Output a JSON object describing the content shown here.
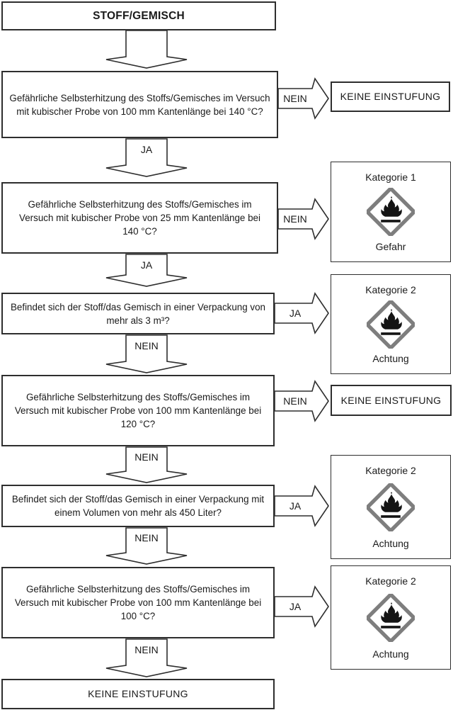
{
  "colors": {
    "line": "#2e2e2e",
    "text": "#1a1a1a",
    "pictogram_frame": "#7e7e7e",
    "pictogram_flame": "#141414"
  },
  "boxes": {
    "start": "STOFF/GEMISCH",
    "q1": "Gefährliche Selbsterhitzung des Stoffs/Gemisches im Versuch\nmit kubischer Probe von 100 mm Kantenlänge bei 140 °C?",
    "q2": "Gefährliche Selbsterhitzung des Stoffs/Gemisches im\nVersuch mit kubischer Probe von 25 mm Kantenlänge bei\n140 °C?",
    "q3": "Befindet sich der Stoff/das Gemisch in einer Verpackung von\nmehr als 3 m³?",
    "q4": "Gefährliche Selbsterhitzung des Stoffs/Gemisches im\nVersuch mit kubischer Probe von 100 mm Kantenlänge bei\n120 °C?",
    "q5": "Befindet sich der Stoff/das Gemisch in einer Verpackung mit\neinem Volumen von mehr als 450 Liter?",
    "q6": "Gefährliche Selbsterhitzung des Stoffs/Gemisches im\nVersuch mit kubischer Probe von 100 mm Kantenlänge bei\n100 °C?",
    "keine1": "KEINE EINSTUFUNG",
    "keine2": "KEINE EINSTUFUNG",
    "keine3": "KEINE EINSTUFUNG",
    "kat1": {
      "category": "Kategorie 1",
      "signal": "Gefahr",
      "pictogram": "flame"
    },
    "kat2a": {
      "category": "Kategorie 2",
      "signal": "Achtung",
      "pictogram": "flame"
    },
    "kat2b": {
      "category": "Kategorie 2",
      "signal": "Achtung",
      "pictogram": "flame"
    },
    "kat2c": {
      "category": "Kategorie 2",
      "signal": "Achtung",
      "pictogram": "flame"
    }
  },
  "arrow_labels": {
    "v2": "JA",
    "v3": "JA",
    "v4": "NEIN",
    "v5": "NEIN",
    "v6": "NEIN",
    "v7": "NEIN",
    "h1": "NEIN",
    "h2": "NEIN",
    "h3": "JA",
    "h4": "NEIN",
    "h5": "JA",
    "h6": "JA"
  }
}
